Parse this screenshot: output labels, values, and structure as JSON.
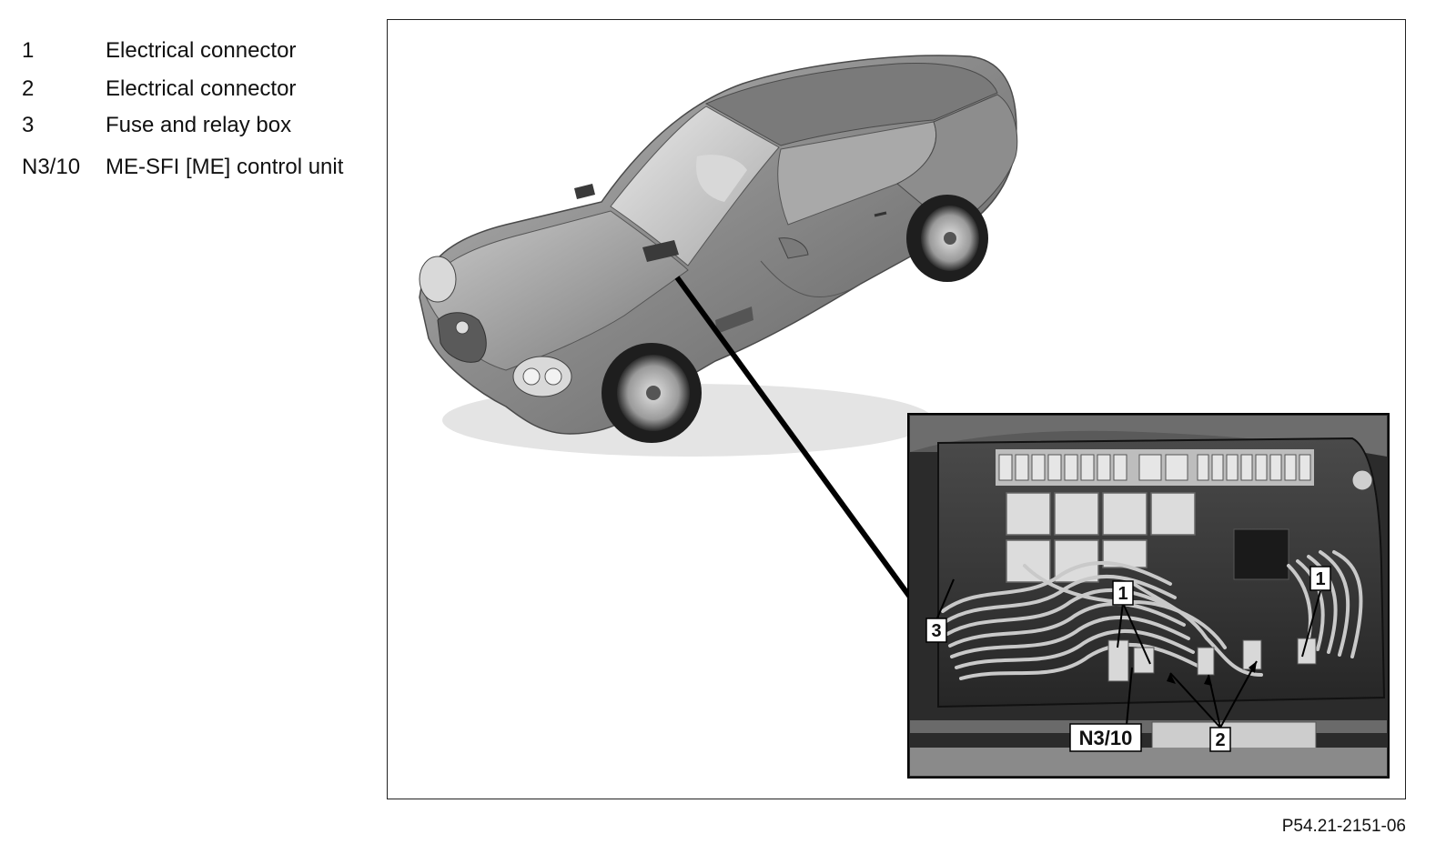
{
  "legend": {
    "items": [
      {
        "code": "1",
        "description": "Electrical connector"
      },
      {
        "code": "2",
        "description": "Electrical connector"
      },
      {
        "code": "3",
        "description": "Fuse and relay box"
      },
      {
        "code": "N3/10",
        "description": "ME-SFI [ME] control unit"
      }
    ]
  },
  "callouts": {
    "c1_left": "1",
    "c1_right": "1",
    "c2": "2",
    "c3": "3",
    "n310": "N3/10"
  },
  "figure": {
    "code": "P54.21-2151-06"
  },
  "colors": {
    "car_body": "#8a8a8a",
    "engine_bay_dark": "#3a3a3a",
    "relay_light": "#dcdcdc"
  }
}
